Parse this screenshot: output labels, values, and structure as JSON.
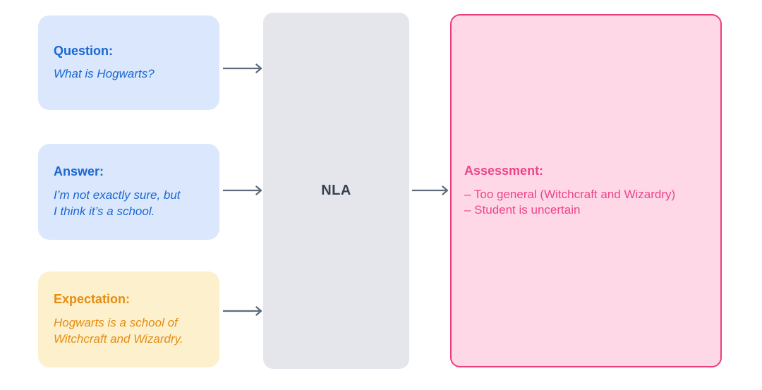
{
  "diagram": {
    "inputs": [
      {
        "id": "question",
        "label": "Question:",
        "body": "What is Hogwarts?"
      },
      {
        "id": "answer",
        "label": "Answer:",
        "body": "I’m not exactly sure, but\nI think it’s a school."
      },
      {
        "id": "expectation",
        "label": "Expectation:",
        "body": "Hogwarts is a school of\nWitchcraft and Wizardry."
      }
    ],
    "processor": {
      "label": "NLA"
    },
    "output": {
      "label": "Assessment:",
      "items": [
        "– Too general (Witchcraft and Wizardry)",
        "– Student is uncertain"
      ]
    },
    "colors": {
      "input_blue_fill": "#dbe7fc",
      "input_blue_text": "#1967d2",
      "input_yellow_fill": "#fdf0cd",
      "input_yellow_text": "#e58d12",
      "processor_fill": "#e4e6ec",
      "processor_text": "#39414e",
      "output_fill": "#ffd8e8",
      "output_border": "#ec3d7f",
      "output_text": "#ec4586",
      "arrow": "#5f6b7a"
    }
  }
}
